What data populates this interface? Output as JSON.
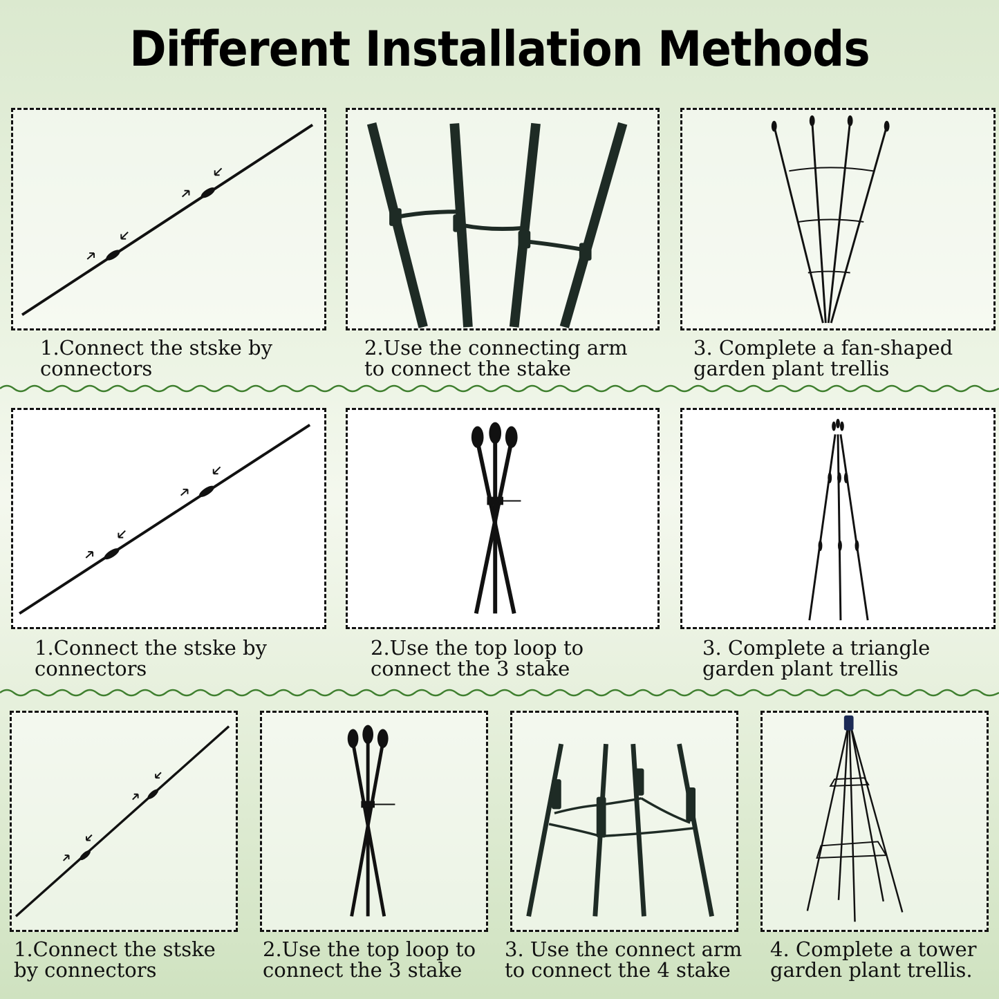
{
  "title": "Different Installation Methods",
  "accent_color": "#3f7f2f",
  "rows": [
    {
      "panels": [
        {
          "icon": "stake-with-connectors-icon",
          "caption": "1.Connect the stske by\nconnectors"
        },
        {
          "icon": "connecting-arm-icon",
          "caption": "2.Use the connecting arm\nto connect the stake"
        },
        {
          "icon": "fan-trellis-icon",
          "caption": "3. Complete a fan-shaped\ngarden plant trellis"
        }
      ]
    },
    {
      "panels": [
        {
          "icon": "stake-with-connectors-icon",
          "caption": "1.Connect the stske by\nconnectors"
        },
        {
          "icon": "top-loop-3-stakes-icon",
          "caption": "2.Use the top loop to\nconnect the 3 stake"
        },
        {
          "icon": "triangle-trellis-icon",
          "caption": "3. Complete a triangle\ngarden plant trellis"
        }
      ]
    },
    {
      "panels": [
        {
          "icon": "stake-with-connectors-icon",
          "caption": "1.Connect the stske\nby connectors"
        },
        {
          "icon": "top-loop-3-stakes-icon",
          "caption": "2.Use the top loop to\nconnect the 3 stake"
        },
        {
          "icon": "connect-arm-4-stakes-icon",
          "caption": "3. Use the connect arm\nto connect the 4 stake"
        },
        {
          "icon": "tower-trellis-icon",
          "caption": "4. Complete a tower\ngarden plant trellis."
        }
      ]
    }
  ]
}
